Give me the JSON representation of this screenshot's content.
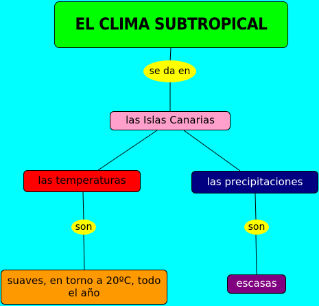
{
  "concept_map": {
    "title": "EL CLIMA SUBTROPICAL",
    "link_se_da_en": "se da en",
    "location": "las Islas Canarias",
    "temperatures": "las temperaturas",
    "precipitation": "las precipitaciones",
    "link_son_left": "son",
    "link_son_right": "son",
    "temperatures_value": "suaves, en torno a 20ºC, todo el año",
    "precipitation_value": "escasas"
  },
  "colors": {
    "background": "#00ffff",
    "title_fill": "#00ff00",
    "location_fill": "#ffa0cc",
    "temperatures_fill": "#ff0000",
    "precipitation_fill": "#000080",
    "mild_fill": "#ff9900",
    "scarce_fill": "#800080",
    "link_phrase_fill": "#ffff00"
  }
}
